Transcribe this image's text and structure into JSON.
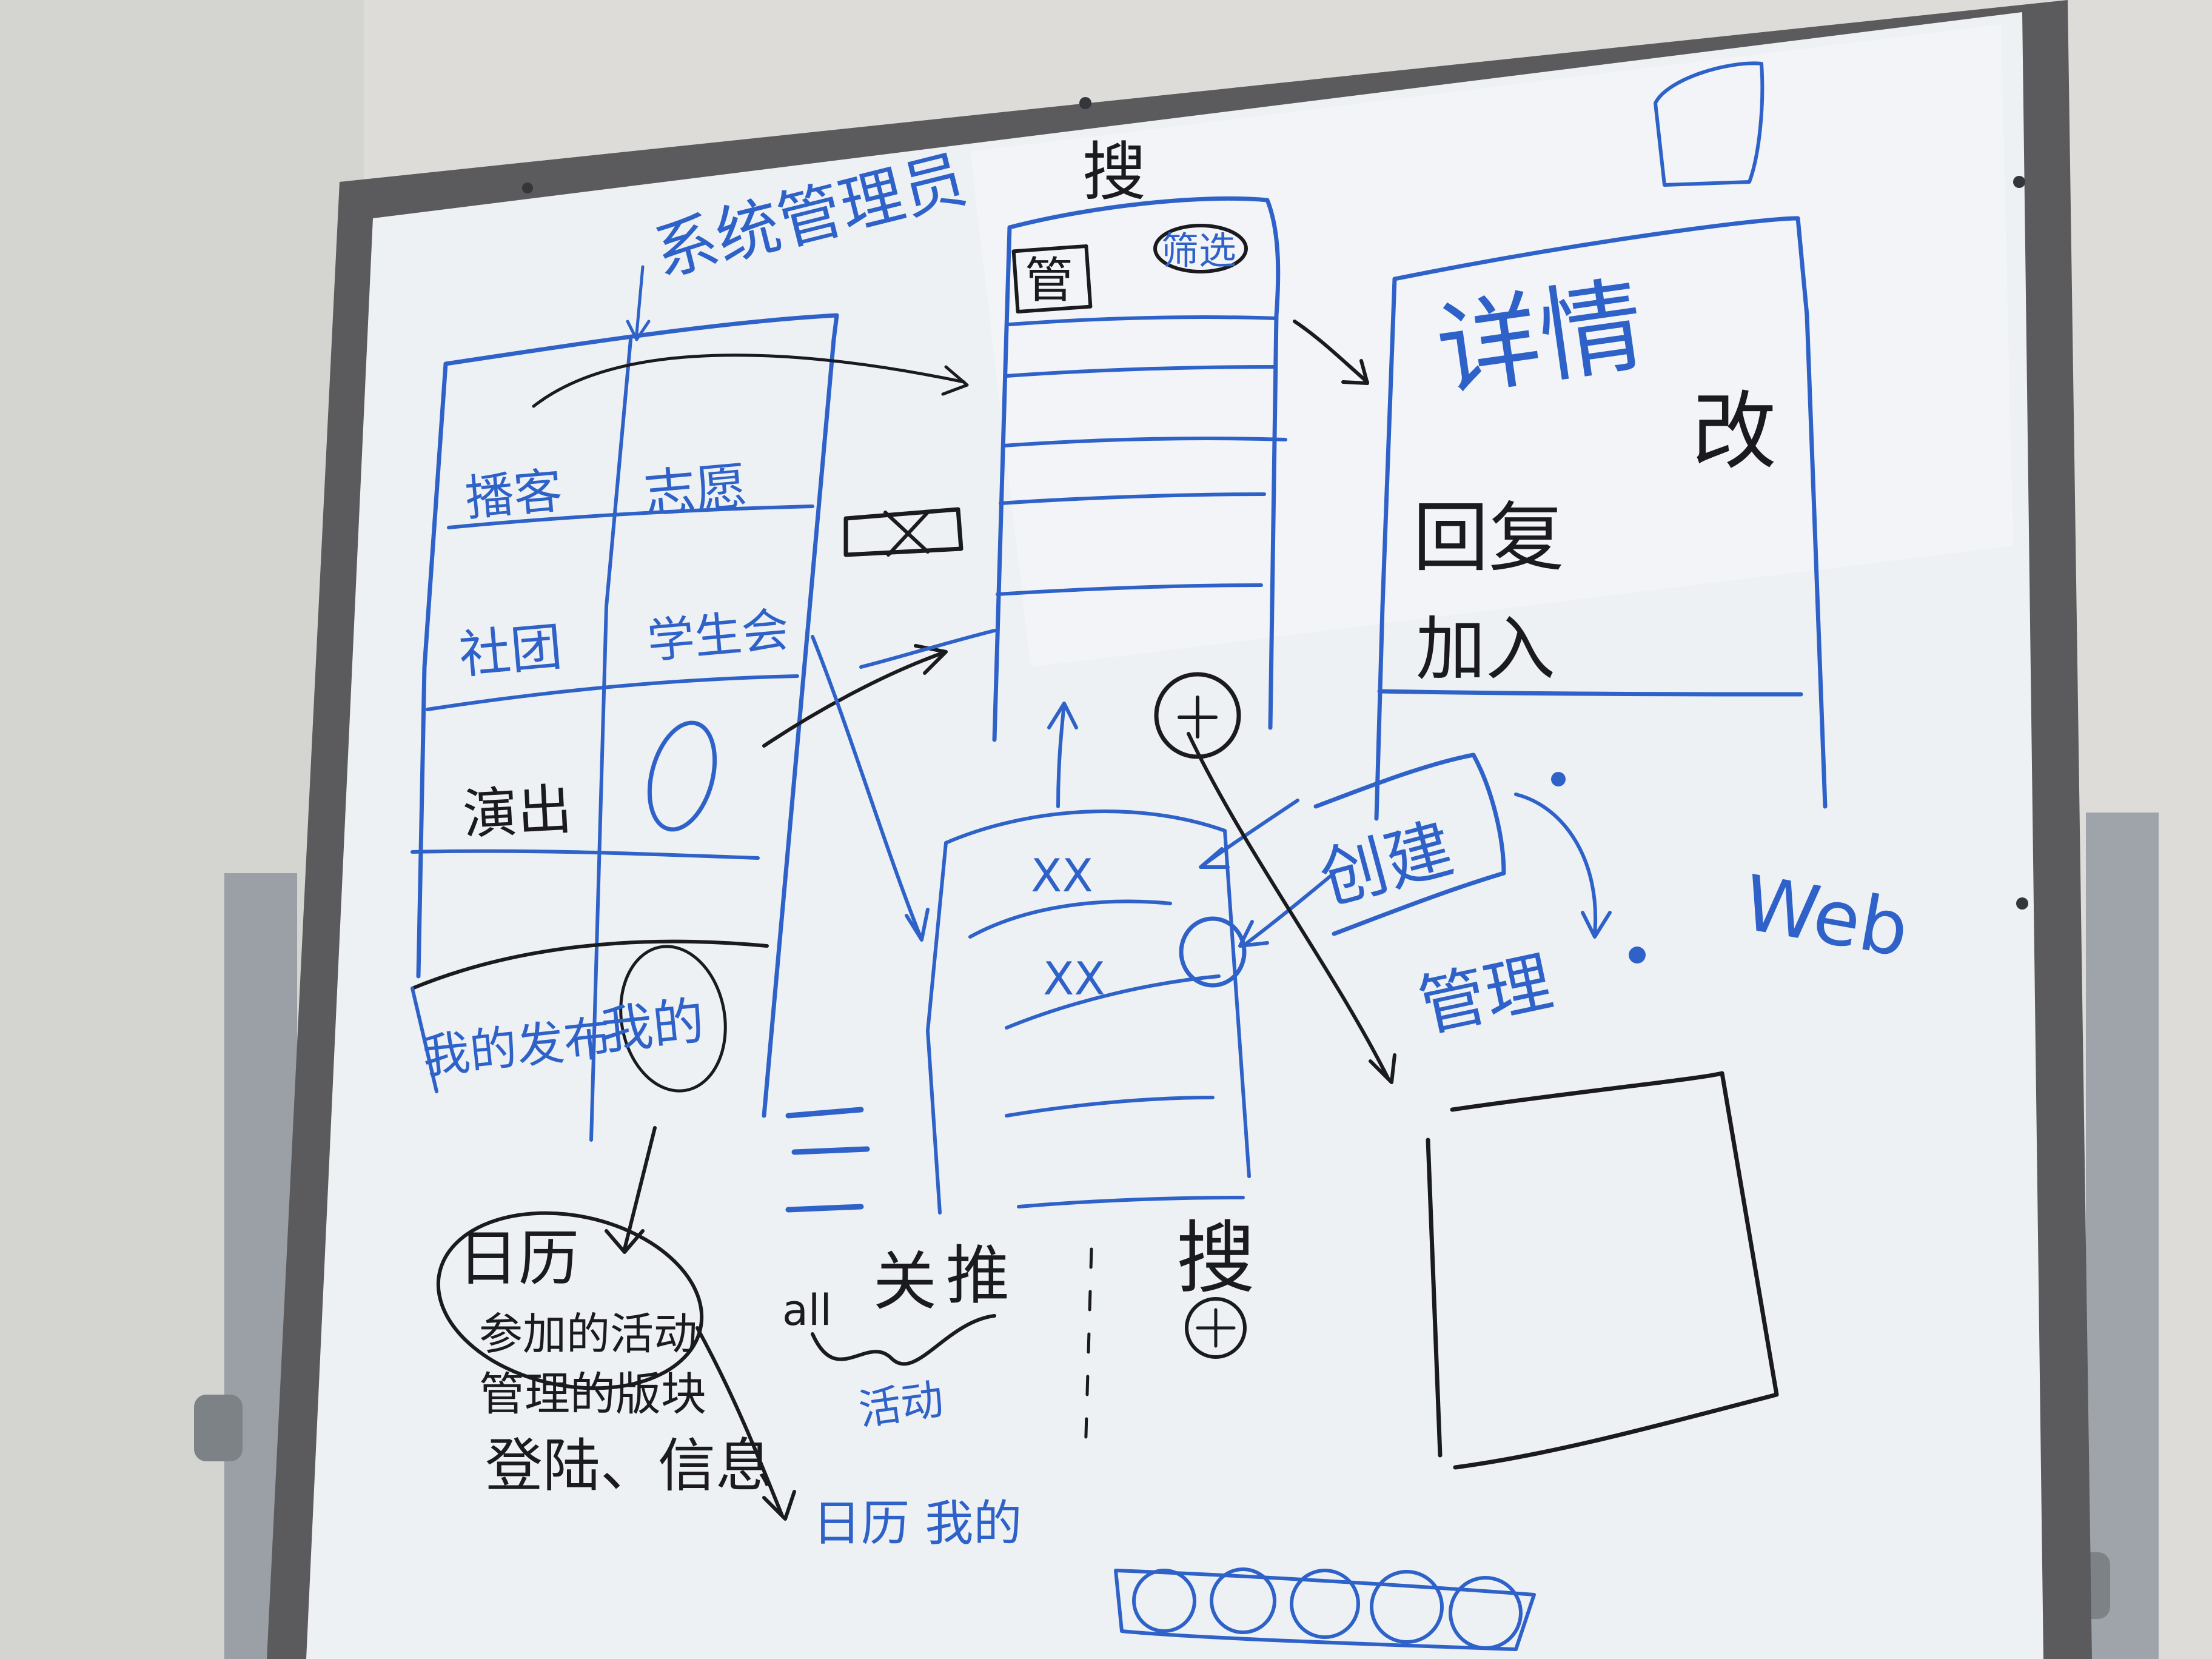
{
  "colors": {
    "wall": "#dcdcd9",
    "board_surface": "#eef1f4",
    "frame": "#5a5a5c",
    "stand": "#9ea4aa",
    "ink_black": "#1b1b1f",
    "ink_blue": "#2f62c9"
  },
  "sketch": {
    "left_screen": {
      "top_label": "系统管理员",
      "cells": [
        "播客",
        "志愿",
        "社团",
        "学生会",
        "演出"
      ],
      "bottom_tabs": [
        "我的发布",
        "我的"
      ]
    },
    "middle_screen": {
      "search_label": "搜",
      "tab_left": "管",
      "tab_right": "筛选"
    },
    "detail_screen": {
      "title": "详情",
      "edit": "改",
      "reply": "回复",
      "join": "加入",
      "web_label": "Web"
    },
    "create_flow": {
      "create_label": "创建",
      "manage_label": "管理"
    },
    "bottom_screen": {
      "list_row_1": "XX",
      "list_row_2": "XX",
      "search_label": "搜",
      "all_label": "all",
      "follow_label": "关",
      "recommend_label": "推",
      "activity_label": "活动"
    },
    "profile_note": {
      "title": "日历",
      "lines": [
        "参加的活动",
        "管理的版块",
        "登陆、信息"
      ],
      "footer": "日历 我的"
    }
  }
}
